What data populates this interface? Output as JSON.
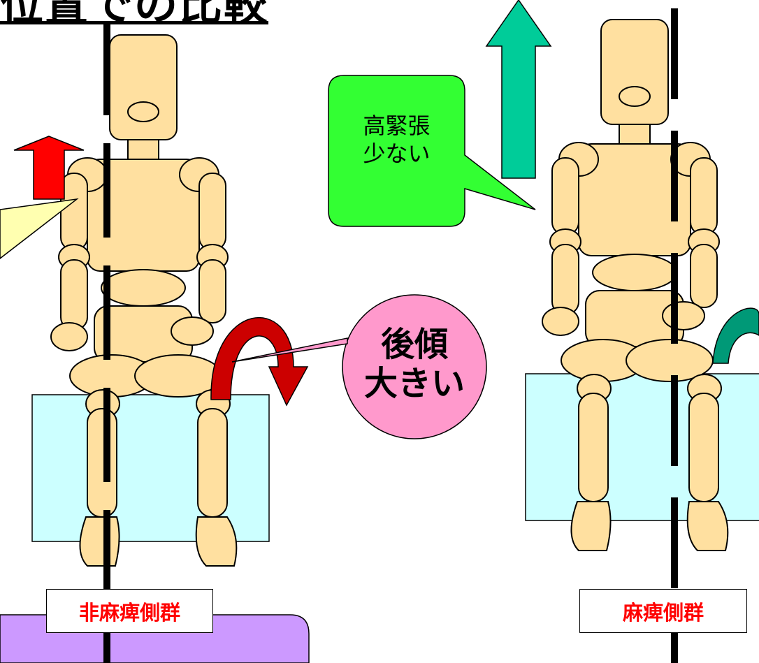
{
  "title": "位置での比較",
  "groups": {
    "left_label": "非麻痺側群",
    "right_label": "麻痺側群"
  },
  "callouts": {
    "green": "高緊張\n少ない",
    "pink": "後傾\n大きい"
  },
  "colors": {
    "mannequin_fill": "#ffe0a0",
    "seat_fill": "#ccffff",
    "green_callout": "#33ff33",
    "pink_callout": "#ff99cc",
    "yellow_callout": "#ffffb0",
    "purple_box": "#cc99ff",
    "red_arrow": "#ff0000",
    "dark_red_arrow": "#cc0000",
    "teal_arrow": "#00cc99",
    "dark_teal_arrow": "#009977",
    "label_text": "#ff0000"
  }
}
